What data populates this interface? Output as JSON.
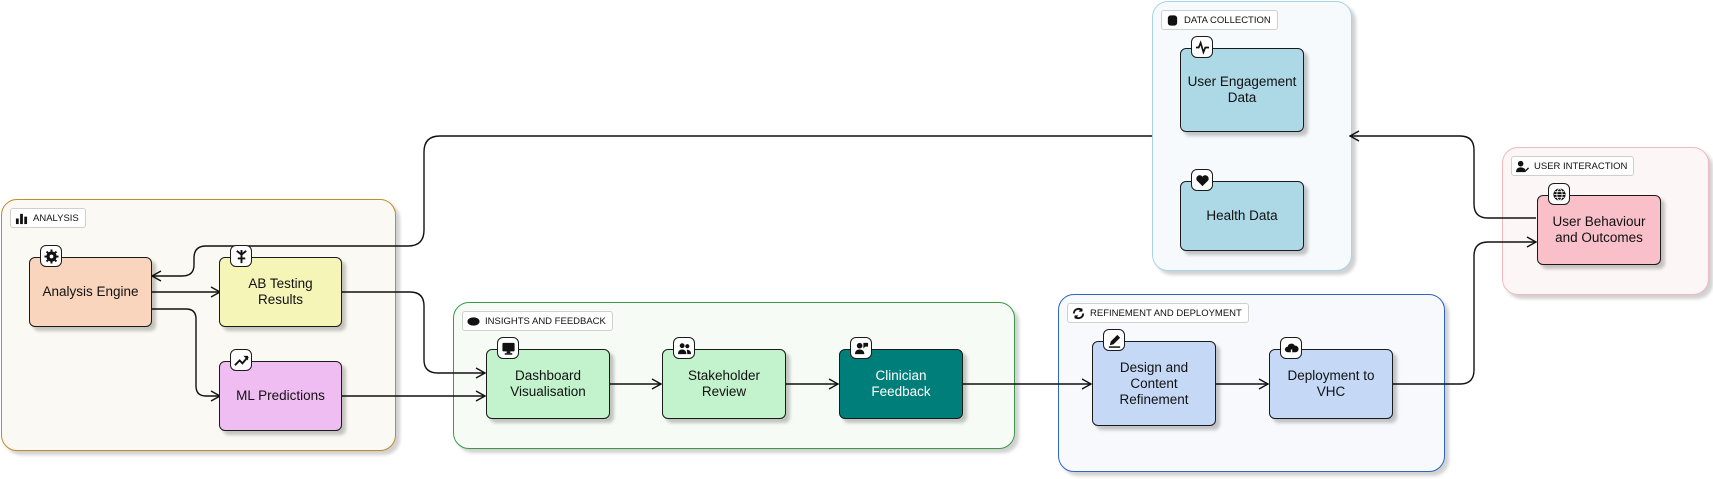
{
  "groups": {
    "analysis": {
      "label": "ANALYSIS",
      "icon": "bar-chart-icon",
      "border": "#c08a2e",
      "fill": "#fbf9f3"
    },
    "insights": {
      "label": "INSIGHTS AND FEEDBACK",
      "icon": "eye-icon",
      "border": "#3a9a4a",
      "fill": "#f6fbf5"
    },
    "refinement": {
      "label": "REFINEMENT AND DEPLOYMENT",
      "icon": "refresh-icon",
      "border": "#2f64c0",
      "fill": "#f7f9fd"
    },
    "data_collection": {
      "label": "DATA COLLECTION",
      "icon": "database-icon",
      "border": "#a8d4e6",
      "fill": "#f6fafd"
    },
    "user_interaction": {
      "label": "USER INTERACTION",
      "icon": "user-edit-icon",
      "border": "#f2b8c0",
      "fill": "#fdf6f7"
    }
  },
  "nodes": {
    "analysis_engine": {
      "label": "Analysis Engine",
      "icon": "gear-icon",
      "fill": "#f8d5bc"
    },
    "ab_testing": {
      "label": "AB Testing Results",
      "icon": "split-icon",
      "fill": "#f5f5b8"
    },
    "ml_predictions": {
      "label": "ML Predictions",
      "icon": "trending-up-icon",
      "fill": "#efbdf2"
    },
    "dashboard": {
      "label": "Dashboard Visualisation",
      "icon": "monitor-icon",
      "fill": "#c2f3cc"
    },
    "stakeholder": {
      "label": "Stakeholder Review",
      "icon": "users-icon",
      "fill": "#c2f3cc"
    },
    "clinician": {
      "label": "Clinician Feedback",
      "icon": "feedback-icon",
      "fill": "#007f7a",
      "text_color": "#ffffff"
    },
    "design": {
      "label": "Design and Content Refinement",
      "icon": "pen-icon",
      "fill": "#c5d9f7"
    },
    "deployment": {
      "label": "Deployment to VHC",
      "icon": "cloud-icon",
      "fill": "#c5d9f7"
    },
    "engagement": {
      "label": "User Engagement Data",
      "icon": "activity-icon",
      "fill": "#add8e6"
    },
    "health": {
      "label": "Health Data",
      "icon": "heart-icon",
      "fill": "#add8e6"
    },
    "behaviour": {
      "label": "User Behaviour and Outcomes",
      "icon": "globe-icon",
      "fill": "#f9c0c9"
    }
  }
}
